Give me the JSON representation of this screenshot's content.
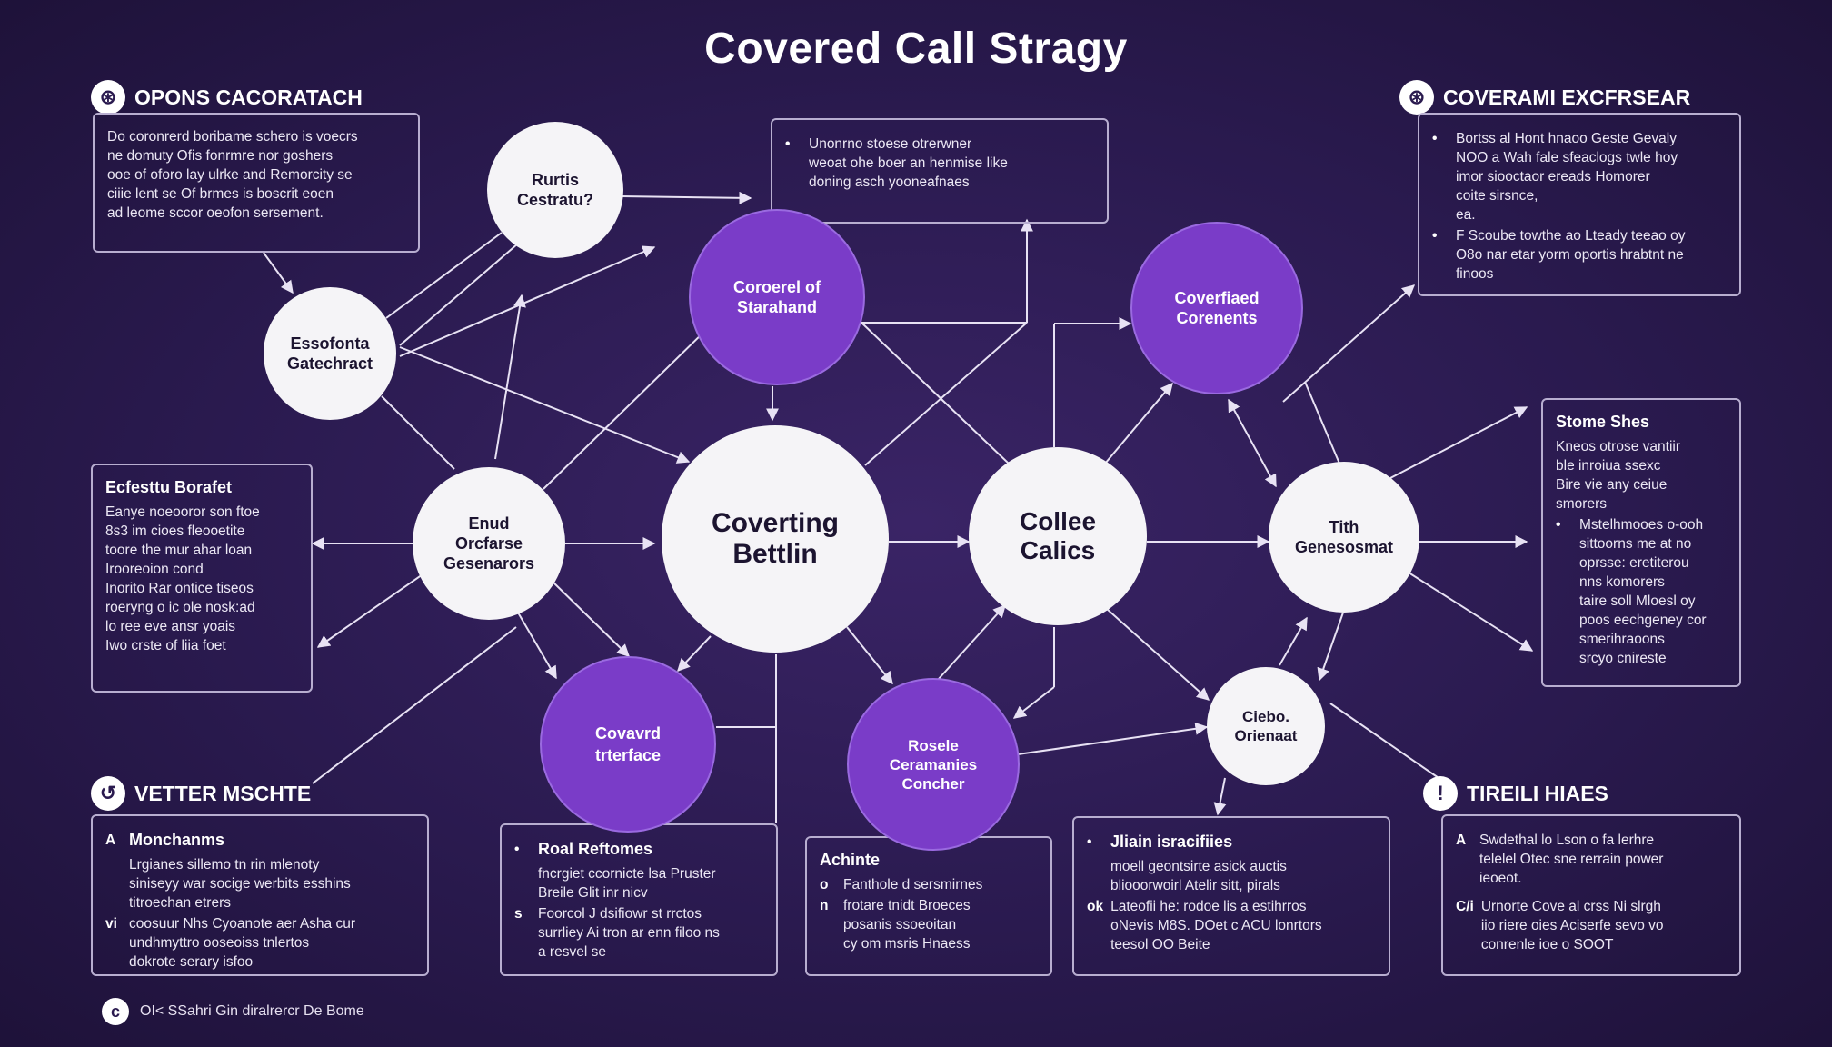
{
  "title": "Covered Call Stragy",
  "headers": {
    "top_left": "OPONS CACORATACH",
    "top_right": "COVERAMI EXCFRSEAR",
    "bottom_left": "VETTER MSCHTE",
    "bottom_right": "TIREILI HIAES"
  },
  "header_icons": {
    "top_left": "⊛",
    "top_right": "⊛",
    "bottom_left": "↺",
    "bottom_right": "!"
  },
  "boxes": {
    "top_left": {
      "lines": [
        "Do coronrerd boribame schero is voecrs",
        "ne domuty Ofis fonrmre nor goshers",
        "ooe of oforo lay ulrke and Remorcity se",
        "ciiie lent se Of brmes is boscrit eoen",
        "ad leome sccor oeofon sersement."
      ]
    },
    "top_center": {
      "bullet": "•",
      "lines": [
        "Unonrno stoese otrerwner",
        "weoat ohe boer an henmise like",
        "doning asch yooneafnaes"
      ]
    },
    "top_right": {
      "items": [
        {
          "mark": "•",
          "lines": [
            "Bortss al Hont hnaoo Geste Gevaly",
            "NOO a Wah fale sfeaclogs twle hoy",
            "imor siooctaor ereads Homorer",
            "coite sirsnce,",
            "ea."
          ]
        },
        {
          "mark": "•",
          "lines": [
            "F Scoube towthe ao Lteady teeao oy",
            "O8o nar etar yorm oportis hrabtnt ne",
            "finoos"
          ]
        }
      ]
    },
    "mid_left": {
      "title": "Ecfesttu Borafet",
      "lines": [
        "Eanye noeooror son ftoe",
        "8s3 im cioes fleooetite",
        "toore the mur ahar loan",
        "Irooreoion cond",
        "Inorito Rar ontice tiseos",
        "roeryng o ic ole nosk:ad",
        "lo ree eve ansr yoais",
        "Iwo crste of liia foet"
      ]
    },
    "mid_right": {
      "title": "Stome Shes",
      "lines": [
        "Kneos otrose vantiir",
        "ble inroiua ssexc",
        "Bire vie any ceiue",
        "smorers"
      ],
      "bullet": "•",
      "lines2": [
        "Mstelhmooes o-ooh",
        "sittoorns me at no",
        "oprsse: eretiterou",
        "nns komorers",
        "taire soll Mloesl oy",
        "poos eechgeney cor",
        "smerihraoons",
        "srcyo cnireste"
      ]
    },
    "bottom_left": {
      "items": [
        {
          "mark": "A",
          "title": "Monchanms",
          "lines": [
            "Lrgianes sillemo tn rin mlenoty",
            "siniseyy war socige werbits esshins",
            "titroechan etrers"
          ]
        },
        {
          "mark": "vi",
          "lines": [
            "coosuur Nhs Cyoanote aer Asha cur",
            "undhmyttro ooseoiss tnlertos",
            "dokrote serary isfoo"
          ]
        }
      ]
    },
    "bottom_c1": {
      "items": [
        {
          "mark": "•",
          "title": "Roal Reftomes",
          "lines": [
            "fncrgiet ccornicte lsa Pruster",
            "Breile Glit inr nicv"
          ]
        },
        {
          "mark": "s",
          "lines": [
            "Foorcol J dsifiowr st rrctos",
            "surrliey Ai tron ar enn filoo ns",
            "a resvel se"
          ]
        }
      ]
    },
    "bottom_c2": {
      "title": "Achinte",
      "items": [
        {
          "mark": "o",
          "lines": [
            "Fanthole d sersmirnes"
          ]
        },
        {
          "mark": "n",
          "lines": [
            "frotare tnidt Broeces",
            "posanis ssoeoitan",
            "cy om msris Hnaess"
          ]
        }
      ]
    },
    "bottom_c3": {
      "items": [
        {
          "mark": "•",
          "title": "Jliain isracifiies",
          "lines": [
            "moell geontsirte asick auctis",
            "bliooorwoirl Atelir sitt, pirals"
          ]
        },
        {
          "mark": "ok",
          "lines": [
            "Lateofii he: rodoe lis a estihrros",
            "oNevis M8S. DOet c ACU lonrtors",
            "teesol OO Beite"
          ]
        }
      ]
    },
    "bottom_right": {
      "items": [
        {
          "mark": "A",
          "lines": [
            "Swdethal lo Lson o fa lerhre",
            "telelel Otec sne rerrain power",
            "ieoeot."
          ]
        },
        {
          "mark": "C/i",
          "lines": [
            "Urnorte Cove al crss Ni slrgh",
            "iio riere oies Aciserfe sevo vo",
            "conrenle ioe o SOOT"
          ]
        }
      ]
    }
  },
  "nodes": {
    "center": "Coverting\nBettlin",
    "top_q": "Rurtis\nCestratu?",
    "left_upper": "Essofonta\nGatechract",
    "left_mid": "Enud\nOrcfarse\nGesenarors",
    "purple_top": "Coroerel of\nStarahand",
    "purple_bot_left": "Covavrd\ntrterface",
    "right_main": "Collee\nCalics",
    "purple_top_right": "Coverfiaed\nCorenents",
    "purple_bot_mid": "Rosele\nCeramanies\nConcher",
    "right_mid": "Tith\nGenesosmat",
    "right_small": "Ciebo.\nOrienaat"
  },
  "footer": {
    "icon": "c",
    "text": "OI< SSahri Gin diralrercr De Bome"
  },
  "colors": {
    "background": "#2a1a4f",
    "accent_purple": "#7a3cc8",
    "node_white": "#f5f4f7",
    "line": "#e8e2f4"
  }
}
